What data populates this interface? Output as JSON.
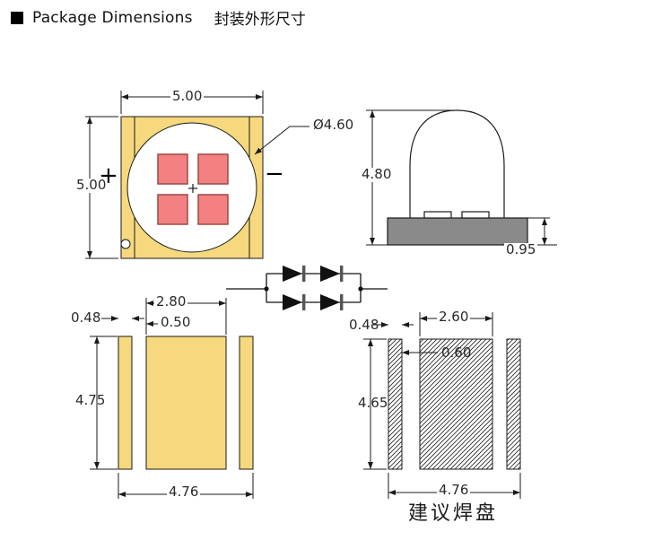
{
  "header": {
    "title_en": "Package Dimensions",
    "title_cn": "封装外形尺寸"
  },
  "top_view": {
    "width_label": "5.00",
    "height_label": "5.00",
    "circle_label": "Ø4.60",
    "plus_label": "+",
    "minus_label": "−"
  },
  "side_view": {
    "height_label": "4.80",
    "base_label": "0.95"
  },
  "circuit": {
    "topology": "2 parallel strings of 2 series diodes"
  },
  "pad_layout": {
    "strip_label": "0.48",
    "center_label": "2.80",
    "gap_label": "0.50",
    "height_label": "4.75",
    "total_label": "4.76"
  },
  "solder_pad": {
    "strip_label": "0.48",
    "center_label": "2.60",
    "gap_label": "0.60",
    "height_label": "4.65",
    "total_label": "4.76",
    "caption": "建议焊盘"
  },
  "colors": {
    "package_yellow": "#F6D87E",
    "chip_red": "#F38181",
    "chip_border": "#9C4A42",
    "base_gray": "#8A8A8A",
    "line": "#1A1A1A"
  }
}
